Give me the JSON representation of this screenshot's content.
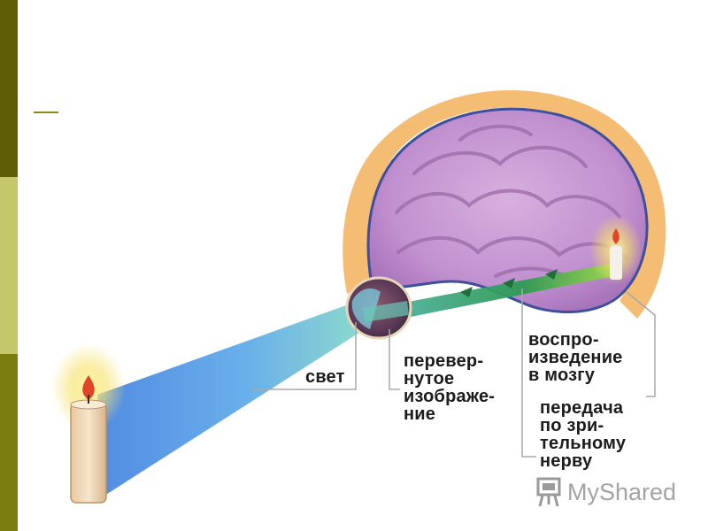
{
  "colors": {
    "sidebar_top": "#5e5e06",
    "sidebar_middle": "#c5c86a",
    "sidebar_bottom": "#7b7d12",
    "accent_line": "#8a8c1a",
    "beam": "#4a8fe0",
    "nerve": "#2f9d55",
    "brain": "#c89ad2",
    "skull": "#f3b25a"
  },
  "labels": {
    "svet": "свет",
    "perevernutoe": "перевер-\nнутое\nизображе-\nние",
    "vosproizvedenie": "воспро-\nизведение\nв мозгу",
    "peredacha": "передача\nпо зри-\nтельному\nнерву"
  },
  "watermark": {
    "text": "MyShared",
    "icon": "projector-board-icon"
  }
}
